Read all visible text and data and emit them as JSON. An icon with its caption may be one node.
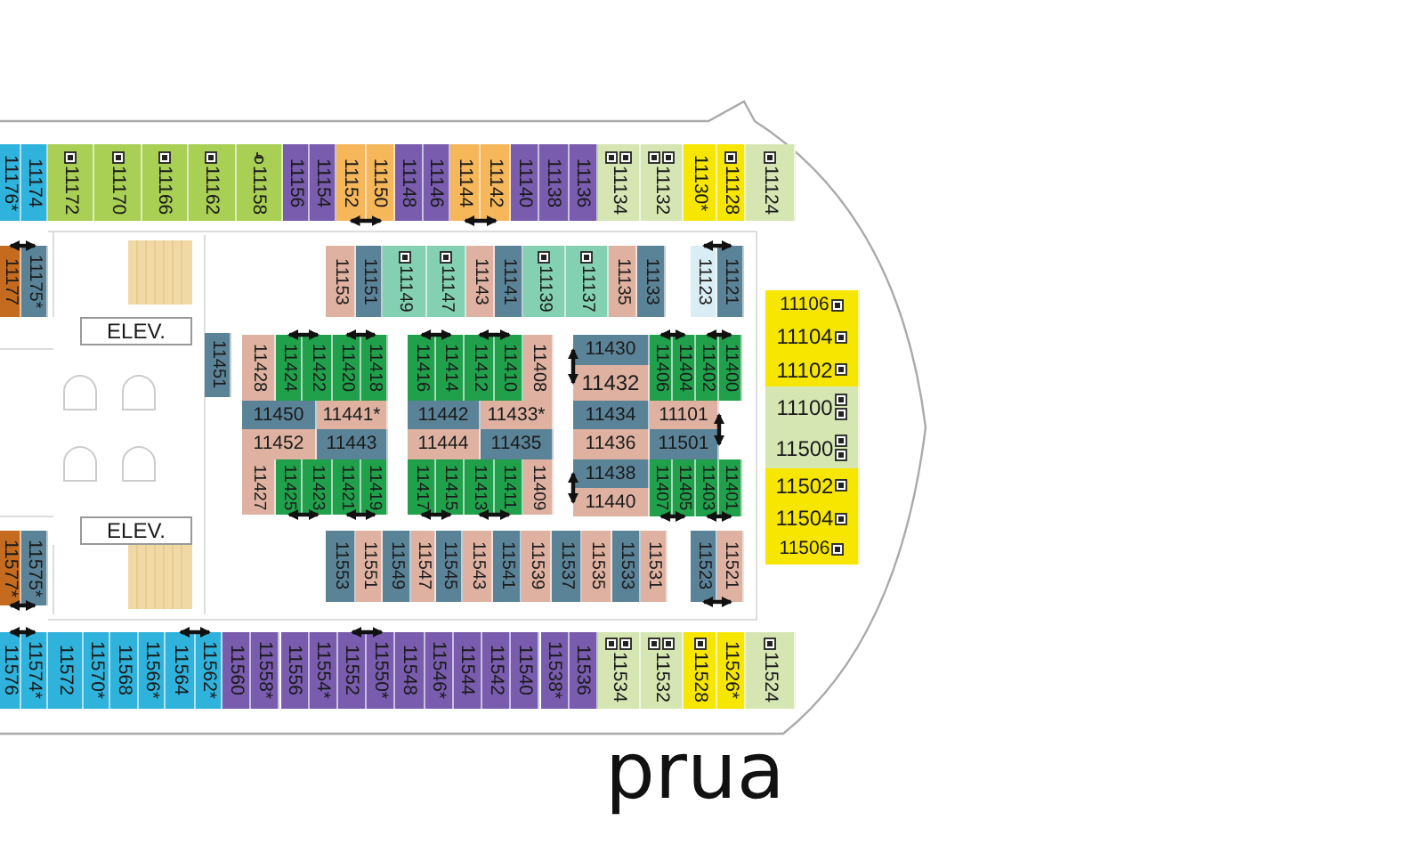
{
  "diagram": {
    "nodes": [
      {
        "text": [
          "11176*"
        ]
      },
      {
        "text": [
          "11174"
        ]
      },
      {
        "text": [
          "11172"
        ]
      },
      {
        "text": [
          "11170"
        ]
      },
      {
        "text": [
          "11166"
        ]
      },
      {
        "text": [
          "11162"
        ]
      },
      {
        "text": [
          "11158"
        ]
      },
      {
        "text": [
          "11156"
        ]
      },
      {
        "text": [
          "11154"
        ]
      },
      {
        "text": [
          "11152"
        ]
      },
      {
        "text": [
          "11150"
        ]
      },
      {
        "text": [
          "11148"
        ]
      },
      {
        "text": [
          "11146"
        ]
      },
      {
        "text": [
          "11144"
        ]
      },
      {
        "text": [
          "11142"
        ]
      },
      {
        "text": [
          "11140"
        ]
      },
      {
        "text": [
          "11138"
        ]
      },
      {
        "text": [
          "11136"
        ]
      },
      {
        "text": [
          "11134"
        ]
      },
      {
        "text": [
          "11132"
        ]
      },
      {
        "text": [
          "11130*"
        ]
      },
      {
        "text": [
          "11128"
        ]
      },
      {
        "text": [
          "11124"
        ]
      },
      {
        "text": [
          "11177"
        ]
      },
      {
        "text": [
          "11175*"
        ]
      },
      {
        "text": [
          "11153"
        ]
      },
      {
        "text": [
          "11151"
        ]
      },
      {
        "text": [
          "11149"
        ]
      },
      {
        "text": [
          "11147"
        ]
      },
      {
        "text": [
          "11143"
        ]
      },
      {
        "text": [
          "11141"
        ]
      },
      {
        "text": [
          "11139"
        ]
      },
      {
        "text": [
          "11137"
        ]
      },
      {
        "text": [
          "11135"
        ]
      },
      {
        "text": [
          "11133"
        ]
      },
      {
        "text": [
          "11123"
        ]
      },
      {
        "text": [
          "11121"
        ]
      },
      {
        "text": [
          "ELEV."
        ]
      },
      {
        "text": [
          "11451"
        ]
      },
      {
        "text": [
          "11428"
        ]
      },
      {
        "text": [
          "11424"
        ]
      },
      {
        "text": [
          "11422"
        ]
      },
      {
        "text": [
          "11420"
        ]
      },
      {
        "text": [
          "11418"
        ]
      },
      {
        "text": [
          "11416"
        ]
      },
      {
        "text": [
          "11414"
        ]
      },
      {
        "text": [
          "11412"
        ]
      },
      {
        "text": [
          "11410"
        ]
      },
      {
        "text": [
          "11408"
        ]
      },
      {
        "text": [
          "11430"
        ]
      },
      {
        "text": [
          "11406"
        ]
      },
      {
        "text": [
          "11404"
        ]
      },
      {
        "text": [
          "11402"
        ]
      },
      {
        "text": [
          "11400"
        ]
      },
      {
        "text": [
          "11432"
        ]
      },
      {
        "text": [
          "11450"
        ]
      },
      {
        "text": [
          "11441*"
        ]
      },
      {
        "text": [
          "11442"
        ]
      },
      {
        "text": [
          "11433*"
        ]
      },
      {
        "text": [
          "11434"
        ]
      },
      {
        "text": [
          "11101"
        ]
      },
      {
        "text": [
          "11452"
        ]
      },
      {
        "text": [
          "11443"
        ]
      },
      {
        "text": [
          "11444"
        ]
      },
      {
        "text": [
          "11435"
        ]
      },
      {
        "text": [
          "11436"
        ]
      },
      {
        "text": [
          "11501"
        ]
      },
      {
        "text": [
          "11427"
        ]
      },
      {
        "text": [
          "11425"
        ]
      },
      {
        "text": [
          "11423"
        ]
      },
      {
        "text": [
          "11421"
        ]
      },
      {
        "text": [
          "11419"
        ]
      },
      {
        "text": [
          "11417"
        ]
      },
      {
        "text": [
          "11415"
        ]
      },
      {
        "text": [
          "11413"
        ]
      },
      {
        "text": [
          "11411"
        ]
      },
      {
        "text": [
          "11409"
        ]
      },
      {
        "text": [
          "11438"
        ]
      },
      {
        "text": [
          "11407"
        ]
      },
      {
        "text": [
          "11405"
        ]
      },
      {
        "text": [
          "11403"
        ]
      },
      {
        "text": [
          "11401"
        ]
      },
      {
        "text": [
          "11440"
        ]
      },
      {
        "text": [
          "11106"
        ]
      },
      {
        "text": [
          "11104"
        ]
      },
      {
        "text": [
          "11102"
        ]
      },
      {
        "text": [
          "11100"
        ]
      },
      {
        "text": [
          "11500"
        ]
      },
      {
        "text": [
          "11502"
        ]
      },
      {
        "text": [
          "11504"
        ]
      },
      {
        "text": [
          "11506"
        ]
      },
      {
        "text": [
          "ELEV."
        ]
      },
      {
        "text": [
          "11577*"
        ]
      },
      {
        "text": [
          "11575*"
        ]
      },
      {
        "text": [
          "11553"
        ]
      },
      {
        "text": [
          "11551"
        ]
      },
      {
        "text": [
          "11549"
        ]
      },
      {
        "text": [
          "11547"
        ]
      },
      {
        "text": [
          "11545"
        ]
      },
      {
        "text": [
          "11543"
        ]
      },
      {
        "text": [
          "11541"
        ]
      },
      {
        "text": [
          "11539"
        ]
      },
      {
        "text": [
          "11537"
        ]
      },
      {
        "text": [
          "11535"
        ]
      },
      {
        "text": [
          "11533"
        ]
      },
      {
        "text": [
          "11531"
        ]
      },
      {
        "text": [
          "11523"
        ]
      },
      {
        "text": [
          "11521"
        ]
      },
      {
        "text": [
          "11576"
        ]
      },
      {
        "text": [
          "11574*"
        ]
      },
      {
        "text": [
          "11572"
        ]
      },
      {
        "text": [
          "11570*"
        ]
      },
      {
        "text": [
          "11568"
        ]
      },
      {
        "text": [
          "11566*"
        ]
      },
      {
        "text": [
          "11564"
        ]
      },
      {
        "text": [
          "11562*"
        ]
      },
      {
        "text": [
          "11560"
        ]
      },
      {
        "text": [
          "11558*"
        ]
      },
      {
        "text": [
          "11556"
        ]
      },
      {
        "text": [
          "11554*"
        ]
      },
      {
        "text": [
          "11552"
        ]
      },
      {
        "text": [
          "11550*"
        ]
      },
      {
        "text": [
          "11548"
        ]
      },
      {
        "text": [
          "11546*"
        ]
      },
      {
        "text": [
          "11544"
        ]
      },
      {
        "text": [
          "11542"
        ]
      },
      {
        "text": [
          "11540"
        ]
      },
      {
        "text": [
          "11538*"
        ]
      },
      {
        "text": [
          "11536"
        ]
      },
      {
        "text": [
          "11534"
        ]
      },
      {
        "text": [
          "11532"
        ]
      },
      {
        "text": [
          "11528"
        ]
      },
      {
        "text": [
          "11526*"
        ]
      },
      {
        "text": [
          "11524"
        ]
      }
    ],
    "edges": [
      {
        "from": 23,
        "to": 24,
        "arrow": "both"
      },
      {
        "from": 9,
        "to": 10,
        "arrow": "both"
      },
      {
        "from": 13,
        "to": 14,
        "arrow": "both"
      },
      {
        "from": 35,
        "to": 36,
        "arrow": "both"
      },
      {
        "from": 40,
        "to": 41,
        "arrow": "both"
      },
      {
        "from": 42,
        "to": 43,
        "arrow": "both"
      },
      {
        "from": 44,
        "to": 45,
        "arrow": "both"
      },
      {
        "from": 46,
        "to": 47,
        "arrow": "both"
      },
      {
        "from": 50,
        "to": 51,
        "arrow": "both"
      },
      {
        "from": 52,
        "to": 53,
        "arrow": "both"
      },
      {
        "from": 49,
        "to": 54,
        "arrow": "both"
      },
      {
        "from": 60,
        "to": 66,
        "arrow": "both"
      },
      {
        "from": 68,
        "to": 69,
        "arrow": "both"
      },
      {
        "from": 70,
        "to": 71,
        "arrow": "both"
      },
      {
        "from": 72,
        "to": 73,
        "arrow": "both"
      },
      {
        "from": 74,
        "to": 75,
        "arrow": "both"
      },
      {
        "from": 77,
        "to": 82,
        "arrow": "both"
      },
      {
        "from": 78,
        "to": 79,
        "arrow": "both"
      },
      {
        "from": 80,
        "to": 81,
        "arrow": "both"
      },
      {
        "from": 92,
        "to": 93,
        "arrow": "both"
      },
      {
        "from": 106,
        "to": 107,
        "arrow": "both"
      },
      {
        "from": 108,
        "to": 109,
        "arrow": "both"
      },
      {
        "from": 114,
        "to": 115,
        "arrow": "both"
      },
      {
        "from": 120,
        "to": 121,
        "arrow": "both"
      }
    ],
    "labels": [
      "prua"
    ]
  }
}
